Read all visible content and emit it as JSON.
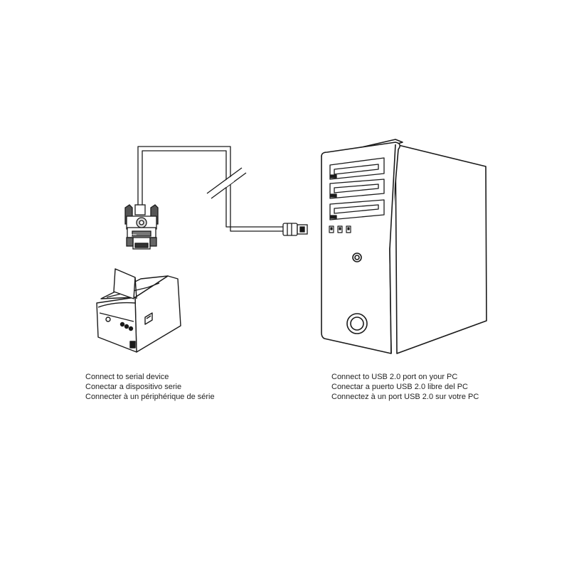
{
  "captions": {
    "serial_device": [
      "Connect to serial device",
      "Conectar a dispositivo serie",
      "Connecter à un périphérique de série"
    ],
    "pc": [
      "Connect to USB 2.0 port on your PC",
      "Conectar a puerto USB 2.0 libre del PC",
      "Connectez à un port USB 2.0 sur votre PC"
    ]
  },
  "connector_label": "startec",
  "colors": {
    "line": "#1a1a1a",
    "background": "#ffffff",
    "text": "#222222"
  },
  "icons": [
    "db9-serial-connector-icon",
    "usb-a-plug-icon",
    "receipt-printer-icon",
    "pc-tower-icon"
  ]
}
